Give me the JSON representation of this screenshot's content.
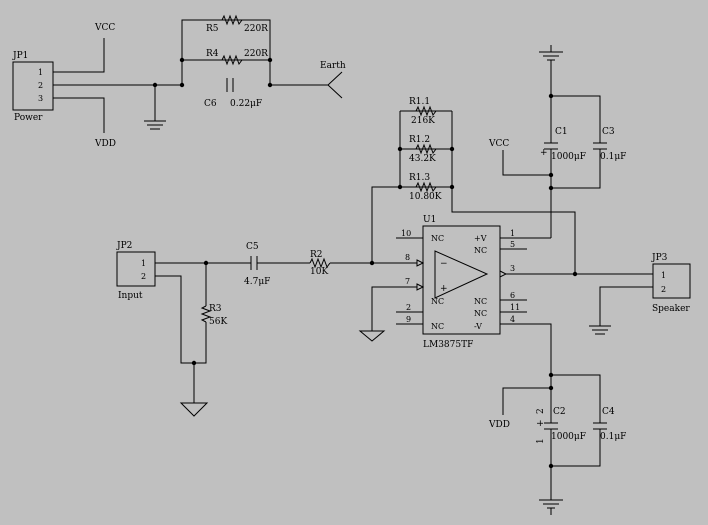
{
  "power_labels": {
    "vcc_1": "VCC",
    "vdd_1": "VDD",
    "vcc_2": "VCC",
    "vdd_2": "VDD",
    "earth": "Earth"
  },
  "connectors": {
    "jp1": {
      "ref": "JP1",
      "name": "Power",
      "pins": [
        "1",
        "2",
        "3"
      ]
    },
    "jp2": {
      "ref": "JP2",
      "name": "Input",
      "pins": [
        "1",
        "2"
      ]
    },
    "jp3": {
      "ref": "JP3",
      "name": "Speaker",
      "pins": [
        "1",
        "2"
      ]
    }
  },
  "components": {
    "r5": {
      "ref": "R5",
      "value": "220R"
    },
    "r4": {
      "ref": "R4",
      "value": "220R"
    },
    "c6": {
      "ref": "C6",
      "value": "0.22μF"
    },
    "c5": {
      "ref": "C5",
      "value": "4.7μF"
    },
    "r2": {
      "ref": "R2",
      "value": "10K"
    },
    "r3": {
      "ref": "R3",
      "value": "56K"
    },
    "r11": {
      "ref": "R1.1",
      "value": "216K"
    },
    "r12": {
      "ref": "R1.2",
      "value": "43.2K"
    },
    "r13": {
      "ref": "R1.3",
      "value": "10.80K"
    },
    "c1": {
      "ref": "C1",
      "value": "1000μF",
      "polarity": "+"
    },
    "c3": {
      "ref": "C3",
      "value": "0.1μF"
    },
    "c2": {
      "ref": "C2",
      "value": "1000μF",
      "polarity": "+",
      "pin_mark": "2",
      "pin_mark_2": "1"
    },
    "c4": {
      "ref": "C4",
      "value": "0.1μF"
    }
  },
  "ic": {
    "ref": "U1",
    "part": "LM3875TF",
    "minus_sign": "−",
    "plus_sign": "+",
    "pins": {
      "p10": {
        "num": "10",
        "label": "NC"
      },
      "p1": {
        "num": "1",
        "label": "+V"
      },
      "p5": {
        "num": "5",
        "label": "NC"
      },
      "p8": {
        "num": "8"
      },
      "p7": {
        "num": "7"
      },
      "p3": {
        "num": "3"
      },
      "p2": {
        "num": "2",
        "label": "NC"
      },
      "p9": {
        "num": "9",
        "label": "NC"
      },
      "p6": {
        "num": "6",
        "label": "NC"
      },
      "p11": {
        "num": "11",
        "label": "NC"
      },
      "p4": {
        "num": "4",
        "label": "-V"
      }
    }
  }
}
